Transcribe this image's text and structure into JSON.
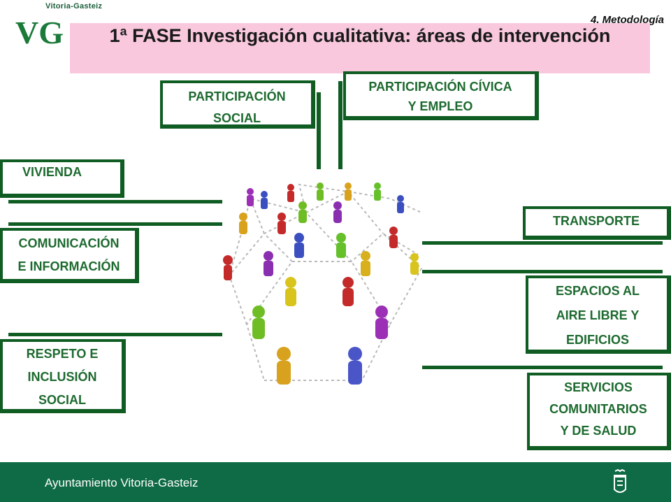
{
  "header": {
    "logo_text": "Vitoria-Gasteiz",
    "logo_mark": "VG",
    "section": "4. Metodología",
    "title": "1ª FASE Investigación cualitativa: áreas de intervención"
  },
  "areas": {
    "participacion_social": [
      "PARTICIPACIÓN",
      "SOCIAL"
    ],
    "participacion_civica": [
      "PARTICIPACIÓN CÍVICA",
      "Y EMPLEO"
    ],
    "vivienda": [
      "VIVIENDA"
    ],
    "comunicacion": [
      "COMUNICACIÓN",
      "E INFORMACIÓN"
    ],
    "respeto": [
      "RESPETO E",
      "INCLUSIÓN",
      "SOCIAL"
    ],
    "transporte": [
      "TRANSPORTE"
    ],
    "espacios": [
      "ESPACIOS AL",
      "AIRE LIBRE Y",
      "EDIFICIOS"
    ],
    "servicios": [
      "SERVICIOS",
      "COMUNITARIOS",
      "Y DE SALUD"
    ]
  },
  "footer": {
    "org": "Ayuntamiento Vitoria-Gasteiz"
  },
  "colors": {
    "green_dark": "#0f5d23",
    "green_text": "#1d6a2f",
    "title_band": "#f9c8dd",
    "footer_bg": "#0f6b45"
  }
}
